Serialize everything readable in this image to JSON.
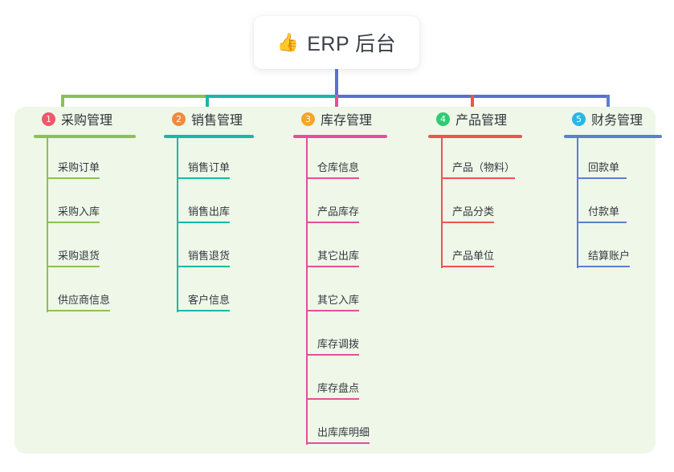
{
  "diagram": {
    "type": "org-tree",
    "title": {
      "icon": "thumbs-up-emoji",
      "icon_glyph": "👍",
      "label": "ERP 后台"
    },
    "panel_background": "#eef7e8",
    "columns": [
      {
        "index": "1",
        "title": "采购管理",
        "badge_color": "#f0576b",
        "line_color": "#8cc152",
        "items": [
          "采购订单",
          "采购入库",
          "采购退货",
          "供应商信息"
        ]
      },
      {
        "index": "2",
        "title": "销售管理",
        "badge_color": "#f08a3c",
        "line_color": "#17b8a6",
        "items": [
          "销售订单",
          "销售出库",
          "销售退货",
          "客户信息"
        ]
      },
      {
        "index": "3",
        "title": "库存管理",
        "badge_color": "#f5a623",
        "line_color": "#e84d9b",
        "items": [
          "仓库信息",
          "产品库存",
          "其它出库",
          "其它入库",
          "库存调拨",
          "库存盘点",
          "出库库明细"
        ]
      },
      {
        "index": "4",
        "title": "产品管理",
        "badge_color": "#2ecc71",
        "line_color": "#ef5350",
        "items": [
          "产品（物料）",
          "产品分类",
          "产品单位"
        ]
      },
      {
        "index": "5",
        "title": "财务管理",
        "badge_color": "#29b6e8",
        "line_color": "#5b7fd4",
        "items": [
          "回款单",
          "付款单",
          "结算账户"
        ]
      }
    ],
    "connector_colors": {
      "trunk": "#5b6fd4",
      "bus_left": "#8cc152",
      "bus_mid": "#17b8a6",
      "bus_right": "#5b6fd4",
      "drop_1": "#8cc152",
      "drop_2": "#17b8a6",
      "drop_3": "#e84d9b",
      "drop_4": "#ef5350",
      "drop_5": "#5b7fd4"
    }
  }
}
